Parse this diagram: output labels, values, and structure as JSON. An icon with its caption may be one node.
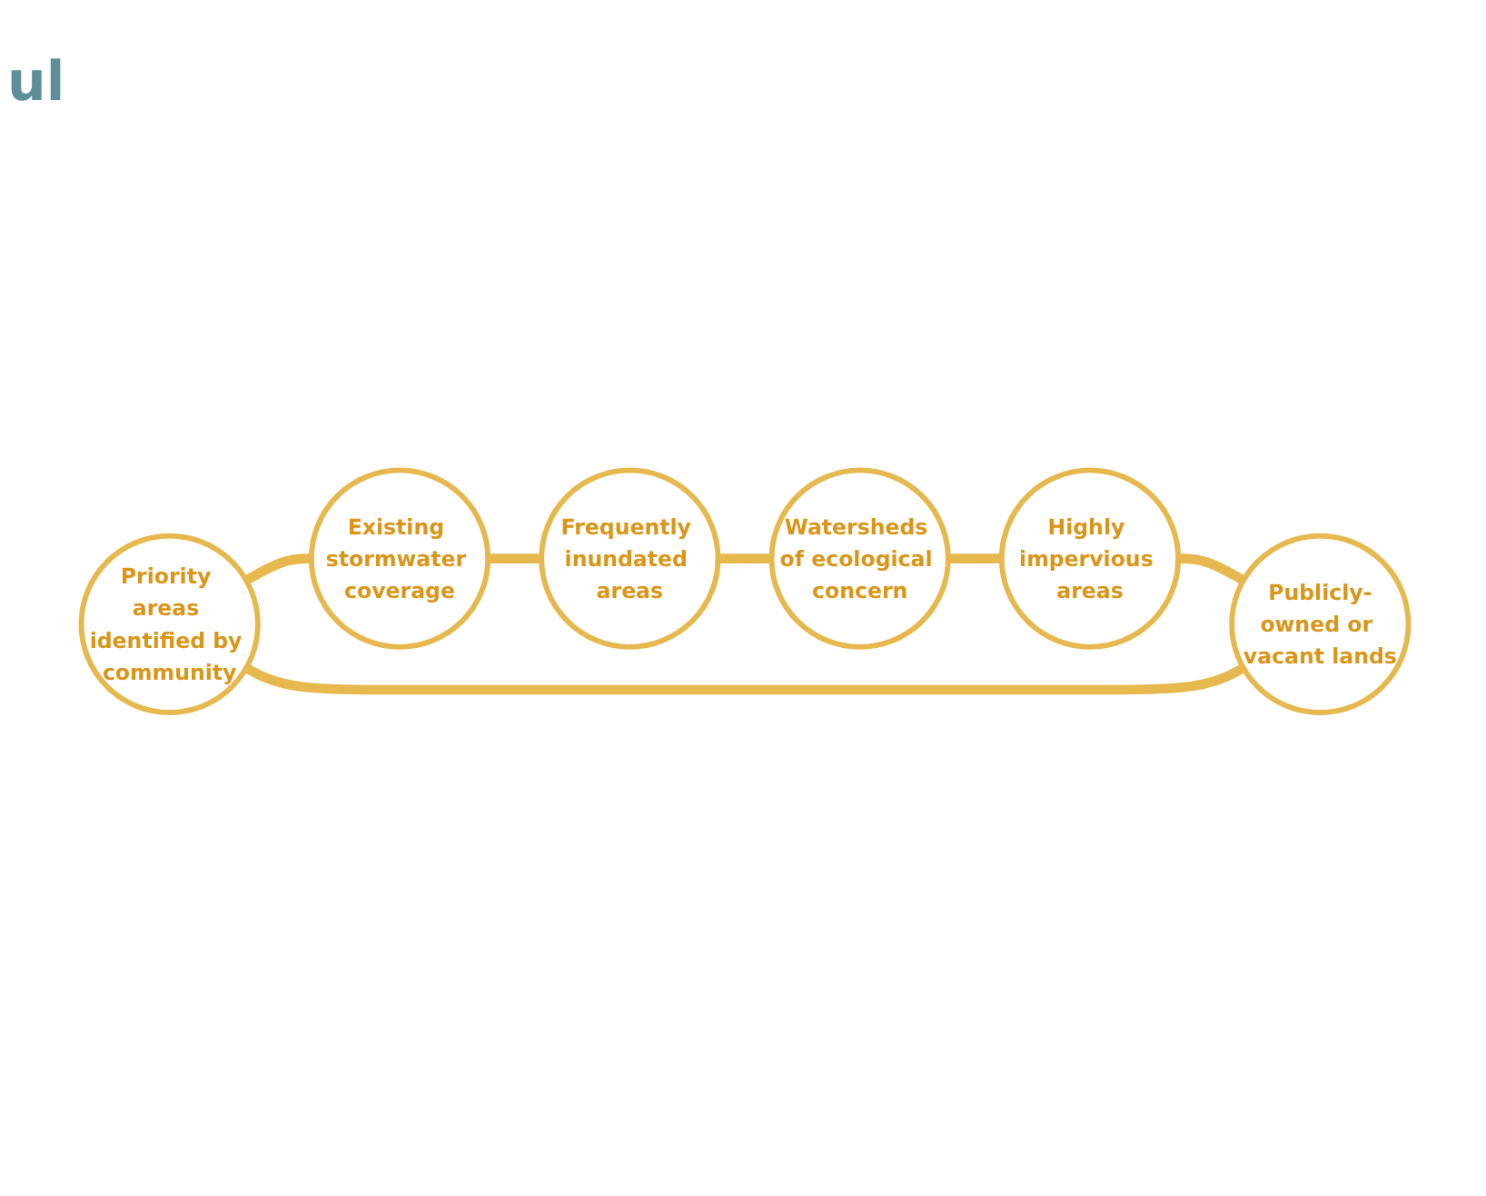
{
  "diagram": {
    "nodes": [
      {
        "text": [
          "Priority areas identified by community"
        ]
      },
      {
        "text": [
          "Publicly-owned or vacant lands"
        ]
      },
      {
        "text": [
          "Existing stormwater coverage"
        ]
      },
      {
        "text": [
          "Highly impervious areas"
        ]
      },
      {
        "text": [
          "Frequently inundated areas"
        ]
      },
      {
        "text": [
          "Watersheds of ecological concern"
        ]
      }
    ],
    "edges": [
      {
        "from": 1,
        "to": 0,
        "arrow": "none"
      },
      {
        "from": 0,
        "to": 2,
        "arrow": "none"
      },
      {
        "from": 2,
        "to": 4,
        "arrow": "none"
      },
      {
        "from": 4,
        "to": 5,
        "arrow": "none"
      },
      {
        "from": 5,
        "to": 3,
        "arrow": "none"
      },
      {
        "from": 3,
        "to": 1,
        "arrow": "none"
      }
    ],
    "labels": [
      "ul"
    ]
  }
}
